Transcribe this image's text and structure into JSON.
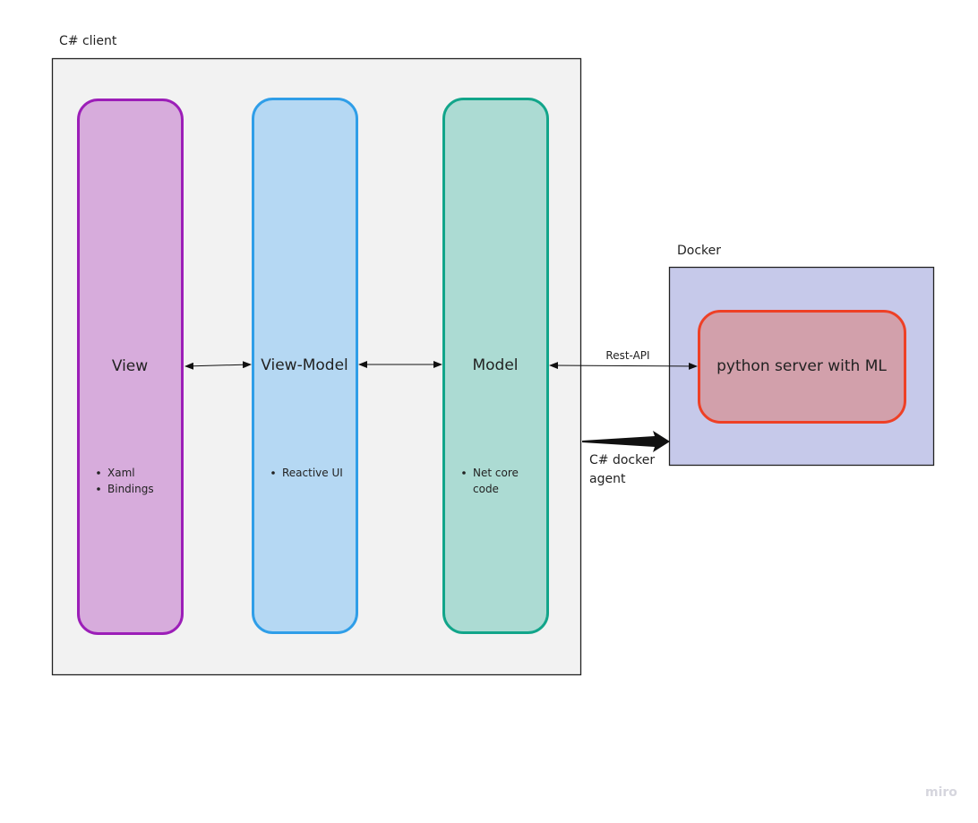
{
  "client": {
    "title": "C# client",
    "fill": "#f2f2f2"
  },
  "layers": [
    {
      "title": "View",
      "bullets": [
        "Xaml",
        "Bindings"
      ],
      "fill": "#d7acdc",
      "stroke": "#9c1eb8"
    },
    {
      "title": "View-Model",
      "bullets": [
        "Reactive UI"
      ],
      "fill": "#b5d8f3",
      "stroke": "#2f9ee8"
    },
    {
      "title": "Model",
      "bullets": [
        "Net core",
        "code"
      ],
      "fill": "#acdbd3",
      "stroke": "#12a58a"
    }
  ],
  "docker": {
    "title": "Docker",
    "fill": "#c6c9ea",
    "server": {
      "title": "python server with ML",
      "fill": "#d2a0ab",
      "stroke": "#ee4026"
    }
  },
  "connections": {
    "rest_api": "Rest-API",
    "agent_line1": "C# docker",
    "agent_line2": "agent"
  },
  "watermark": "miro"
}
